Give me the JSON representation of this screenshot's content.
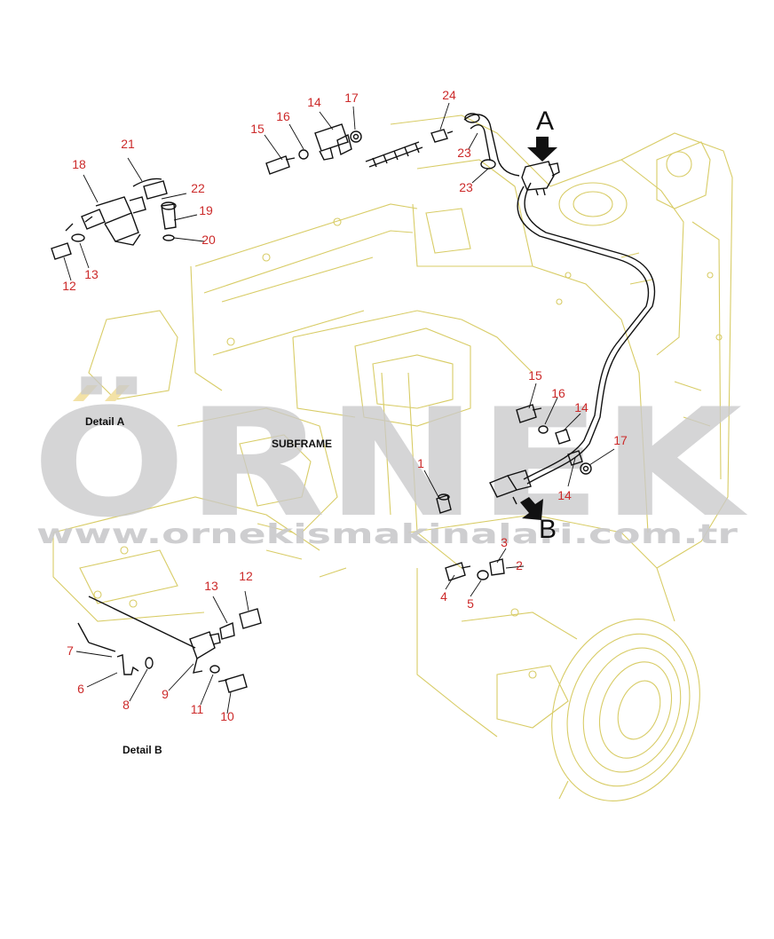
{
  "colors": {
    "callout": "#cc2a2a",
    "outline": "#d8cc66",
    "line": "#111111",
    "watermark": "#c9c9cb",
    "watermark_accent": "#f3e2a6"
  },
  "captions": {
    "detail_a": "Detail A",
    "detail_b": "Detail B",
    "subframe": "SUBFRAME",
    "arrow_a": "A",
    "arrow_b": "B"
  },
  "watermark": {
    "brand": "ÖRNEK",
    "url": "www.ornekismakinalari.com.tr"
  },
  "callouts": {
    "c21": "21",
    "c18": "18",
    "c22": "22",
    "c19": "19",
    "c20": "20",
    "c13a": "13",
    "c12a": "12",
    "c15a": "15",
    "c16a": "16",
    "c14a": "14",
    "c17a": "17",
    "c24": "24",
    "c23a": "23",
    "c23b": "23",
    "c15b": "15",
    "c16b": "16",
    "c14b": "14",
    "c17b": "17",
    "c14c": "14",
    "c1": "1",
    "c3": "3",
    "c2": "2",
    "c4": "4",
    "c5": "5",
    "c13b": "13",
    "c12b": "12",
    "c7": "7",
    "c6": "6",
    "c8": "8",
    "c9": "9",
    "c11": "11",
    "c10": "10"
  }
}
